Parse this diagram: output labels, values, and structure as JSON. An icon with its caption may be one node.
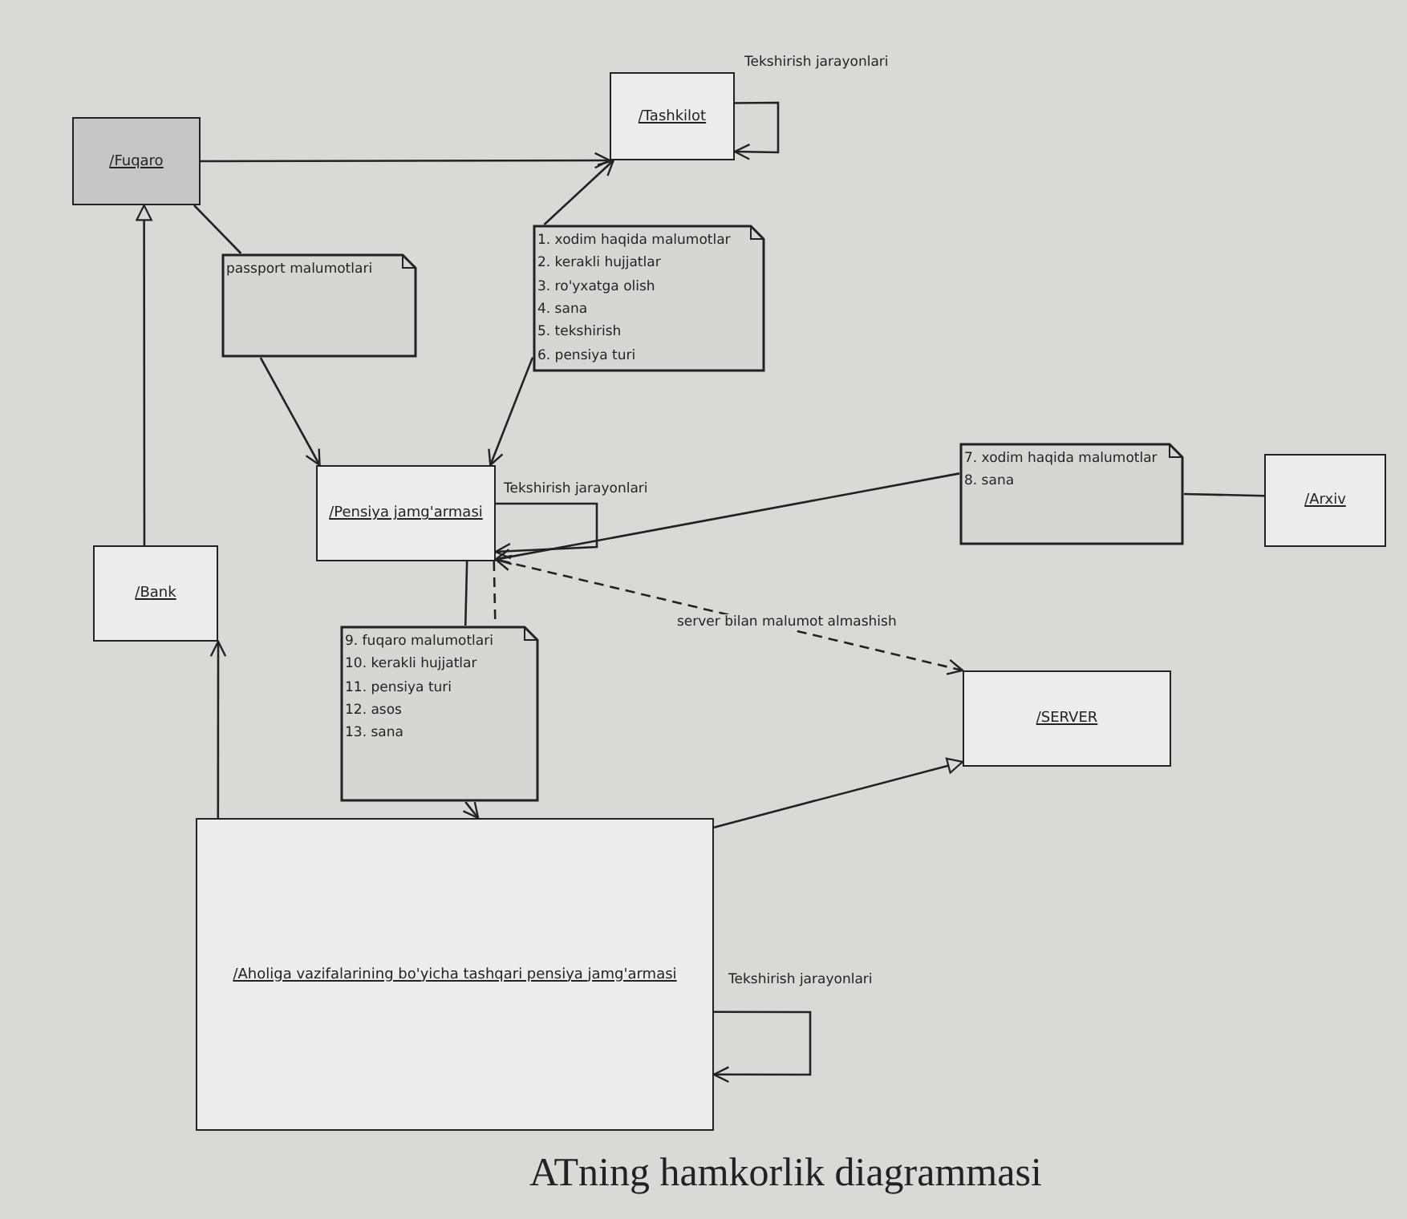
{
  "diagram": {
    "caption": "ATning hamkorlik diagrammasi",
    "nodes": [
      {
        "text": [
          "/Fuqaro"
        ]
      },
      {
        "text": [
          "/Tashkilot"
        ]
      },
      {
        "text": [
          "passport malumotlari"
        ]
      },
      {
        "text": [
          "1. xodim haqida malumotlar",
          "2. kerakli hujjatlar",
          "3. ro'yxatga olish",
          "4. sana",
          "5. tekshirish",
          "6. pensiya turi"
        ]
      },
      {
        "text": [
          "/Pensiya jamg'armasi"
        ]
      },
      {
        "text": [
          "7. xodim haqida malumotlar",
          "8. sana"
        ]
      },
      {
        "text": [
          "/Arxiv"
        ]
      },
      {
        "text": [
          "/Bank"
        ]
      },
      {
        "text": [
          "9. fuqaro malumotlari",
          "10. kerakli hujjatlar",
          "11. pensiya turi",
          "12. asos",
          "13. sana"
        ]
      },
      {
        "text": [
          "/SERVER"
        ]
      },
      {
        "text": [
          "/Aholiga vazifalarining bo'yicha tashqari pensiya jamg'armasi"
        ]
      }
    ],
    "edges": [
      {
        "from": 0,
        "to": 1,
        "arrow": "to"
      },
      {
        "from": 1,
        "to": 1,
        "arrow": "to",
        "label": "Tekshirish jarayonlari"
      },
      {
        "from": 3,
        "to": 1,
        "arrow": "to"
      },
      {
        "from": 3,
        "to": 4,
        "arrow": "to"
      },
      {
        "from": 0,
        "to": 2,
        "arrow": "none"
      },
      {
        "from": 2,
        "to": 4,
        "arrow": "to"
      },
      {
        "from": 4,
        "to": 4,
        "arrow": "to",
        "label": "Tekshirish jarayonlari"
      },
      {
        "from": 5,
        "to": 4,
        "arrow": "to"
      },
      {
        "from": 6,
        "to": 5,
        "arrow": "none"
      },
      {
        "from": 9,
        "to": 4,
        "arrow": "both",
        "style": "dashed",
        "label": "server bilan malumot almashish"
      },
      {
        "from": 4,
        "to": 8,
        "arrow": "none"
      },
      {
        "from": 4,
        "to": 8,
        "arrow": "none",
        "style": "dashed"
      },
      {
        "from": 8,
        "to": 10,
        "arrow": "to"
      },
      {
        "from": 7,
        "to": 0,
        "arrow": "to"
      },
      {
        "from": 10,
        "to": 7,
        "arrow": "to"
      },
      {
        "from": 10,
        "to": 9,
        "arrow": "to"
      },
      {
        "from": 10,
        "to": 10,
        "arrow": "to",
        "label": "Tekshirish jarayonlari"
      }
    ]
  }
}
